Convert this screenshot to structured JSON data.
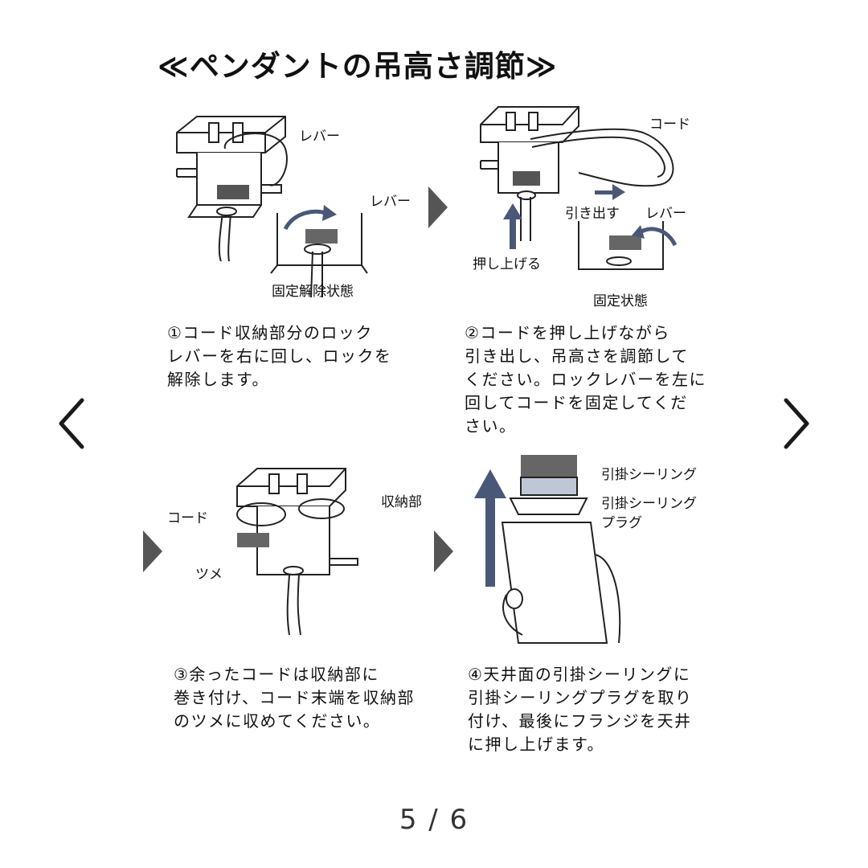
{
  "title": "≪ペンダントの吊高さ調節≫",
  "nav": {
    "prev_icon": "chevron-left-icon",
    "next_icon": "chevron-right-icon"
  },
  "panel1": {
    "labels": {
      "lever_top": "レバー",
      "lever_inset": "レバー",
      "state": "固定解除状態"
    },
    "text": [
      "①コード収納部分のロック",
      "レバーを右に回し、ロックを",
      "解除します。"
    ]
  },
  "panel2": {
    "labels": {
      "cord": "コード",
      "pull_out": "引き出す",
      "lever": "レバー",
      "push_up": "押し上げる",
      "state": "固定状態"
    },
    "text": [
      "②コードを押し上げながら",
      "引き出し、吊高さを調節して",
      "ください。ロックレバーを左に",
      "回してコードを固定してくだ",
      "さい。"
    ]
  },
  "panel3": {
    "labels": {
      "storage": "収納部",
      "cord": "コード",
      "claw": "ツメ"
    },
    "text": [
      "③余ったコードは収納部に",
      "巻き付け、コード末端を収納部",
      "のツメに収めてください。"
    ]
  },
  "panel4": {
    "labels": {
      "ceiling": "引掛シーリング",
      "plug_1": "引掛シーリング",
      "plug_2": "プラグ"
    },
    "text": [
      "④天井面の引掛シーリングに",
      "引掛シーリングプラグを取り",
      "付け、最後にフランジを天井",
      "に押し上げます。"
    ]
  },
  "pager": "5 / 6",
  "colors": {
    "accent": "#4a5878",
    "gray_fill": "#6f6f6f",
    "step_arrow": "#555555",
    "chevron": "#1a1a1a"
  }
}
